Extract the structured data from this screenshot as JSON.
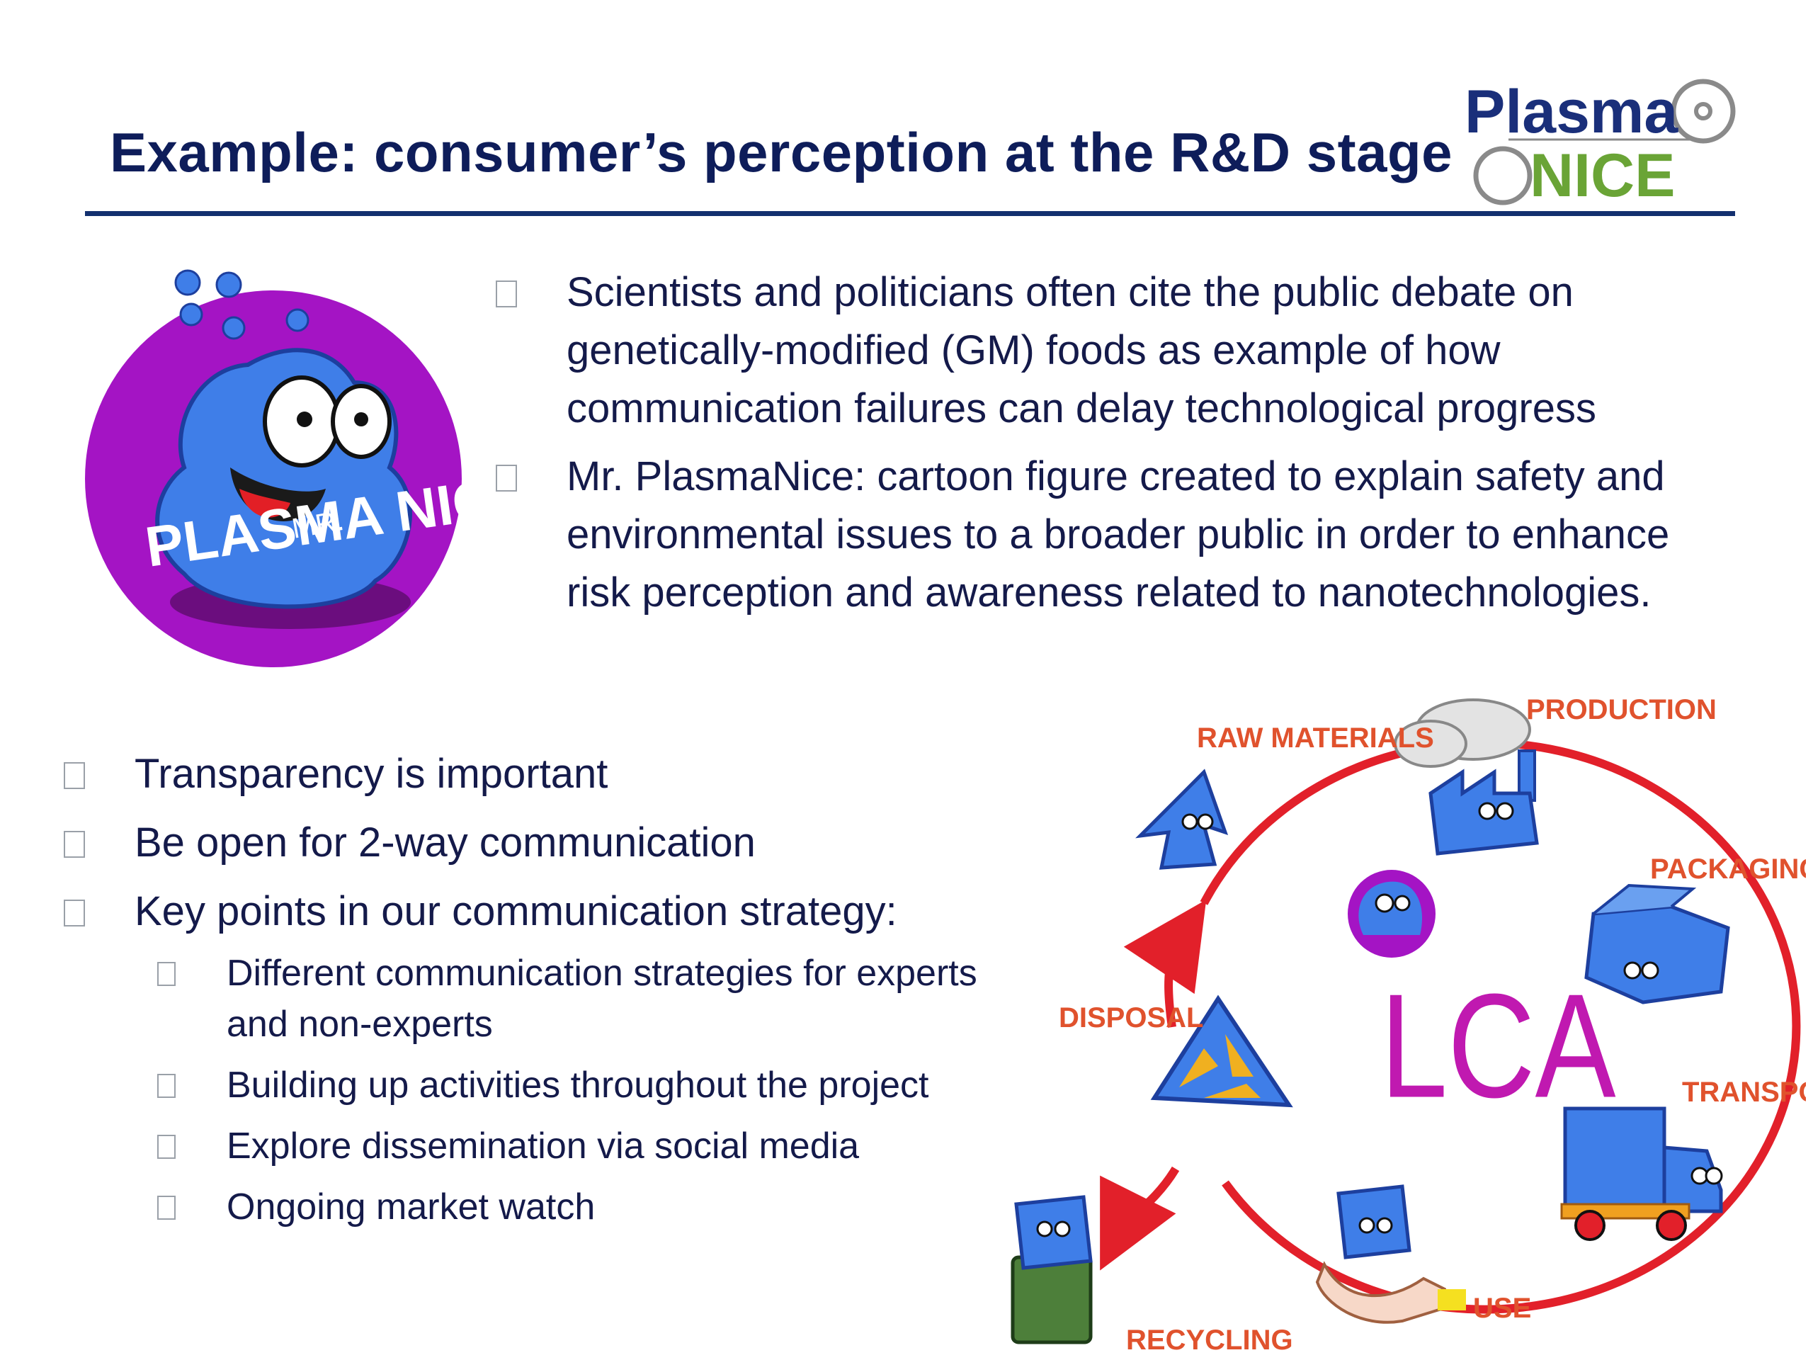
{
  "title": "Example: consumer’s perception at the R&D stage",
  "logo": {
    "line1": "Plasma",
    "line2": "NICE"
  },
  "top_bullets": [
    "Scientists and politicians often cite the public debate on genetically-modified (GM) foods as example of how communication failures can delay technological progress",
    "Mr. PlasmaNice: cartoon figure created to explain safety and environmental issues to a broader public in order to enhance risk perception and awareness related to nanotechnologies."
  ],
  "bottom_bullets": [
    "Transparency is important",
    "Be open for 2-way communication",
    "Key points in our communication strategy:"
  ],
  "sub_bullets": [
    "Different communication strategies for experts and non-experts",
    "Building up activities throughout the project",
    "Explore dissemination via social media",
    "Ongoing market watch"
  ],
  "mascot": {
    "text_mr": "MR.",
    "text_name": "PLASMA NICE"
  },
  "lca": {
    "center": "LCA",
    "stages": {
      "raw_materials": "RAW MATERIALS",
      "production": "PRODUCTION",
      "packaging": "PACKAGING",
      "transport": "TRANSPORT",
      "use": "USE",
      "recycling": "RECYCLING",
      "disposal": "DISPOSAL"
    }
  },
  "colors": {
    "title": "#0e1d5a",
    "rule": "#13306f",
    "logo_blue": "#1a2f7a",
    "logo_green": "#6aa436",
    "mascot_circle": "#a414c4",
    "mascot_blue": "#3f7ee8",
    "cycle_red": "#e2202a",
    "label_orange": "#e0522d",
    "lca_magenta": "#c019b0"
  }
}
